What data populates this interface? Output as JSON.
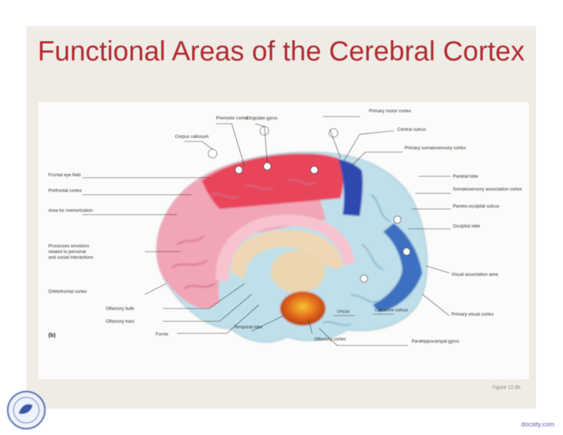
{
  "slide": {
    "title": "Functional Areas of the Cerebral Cortex",
    "figure_caption": "Figure 12.8b",
    "panel_tag": "(b)",
    "watermark": "docsity.com"
  },
  "labels": {
    "premotor_cortex": "Premotor cortex",
    "cingulate_gyrus": "Cingulate gyrus",
    "primary_motor_cortex": "Primary motor cortex",
    "central_sulcus": "Central sulcus",
    "corpus_callosum": "Corpus callosum",
    "primary_somatosensory_cortex": "Primary somatosensory cortex",
    "frontal_eye_field": "Frontal eye field",
    "prefrontal_cortex": "Prefrontal cortex",
    "area_for_memory": "Area for memorization",
    "processes_emotions": "Processes emotions related to personal and social interactions",
    "orbitofrontal_cortex": "Orbitofrontal cortex",
    "olfactory_bulb": "Olfactory bulb",
    "olfactory_tract": "Olfactory tract",
    "fornix": "Fornix",
    "temporal_lobe": "Temporal lobe",
    "olfactory_cortex": "Olfactory cortex",
    "uncus": "Uncus",
    "calcarine_sulcus": "Calcarine sulcus",
    "parahippocampal_gyrus": "Parahippocampal gyrus",
    "parietal_lobe": "Parietal lobe",
    "somatosensory_association_cortex": "Somatosensory association cortex",
    "parieto_occipital_sulcus": "Parieto-occipital sulcus",
    "occipital_lobe": "Occipital lobe",
    "visual_association_area": "Visual association area",
    "primary_visual_cortex": "Primary visual cortex"
  },
  "colors": {
    "title": "#b12a30",
    "frontal_pink": "#f2a5b6",
    "motor_red": "#e8445a",
    "somatosensory_blue": "#2f49b0",
    "parietal_light_blue": "#b9dce6",
    "visual_blue": "#3d6fc0",
    "corpus_callosum": "#efd7b3",
    "olfactory_orange": "#e2661c"
  }
}
